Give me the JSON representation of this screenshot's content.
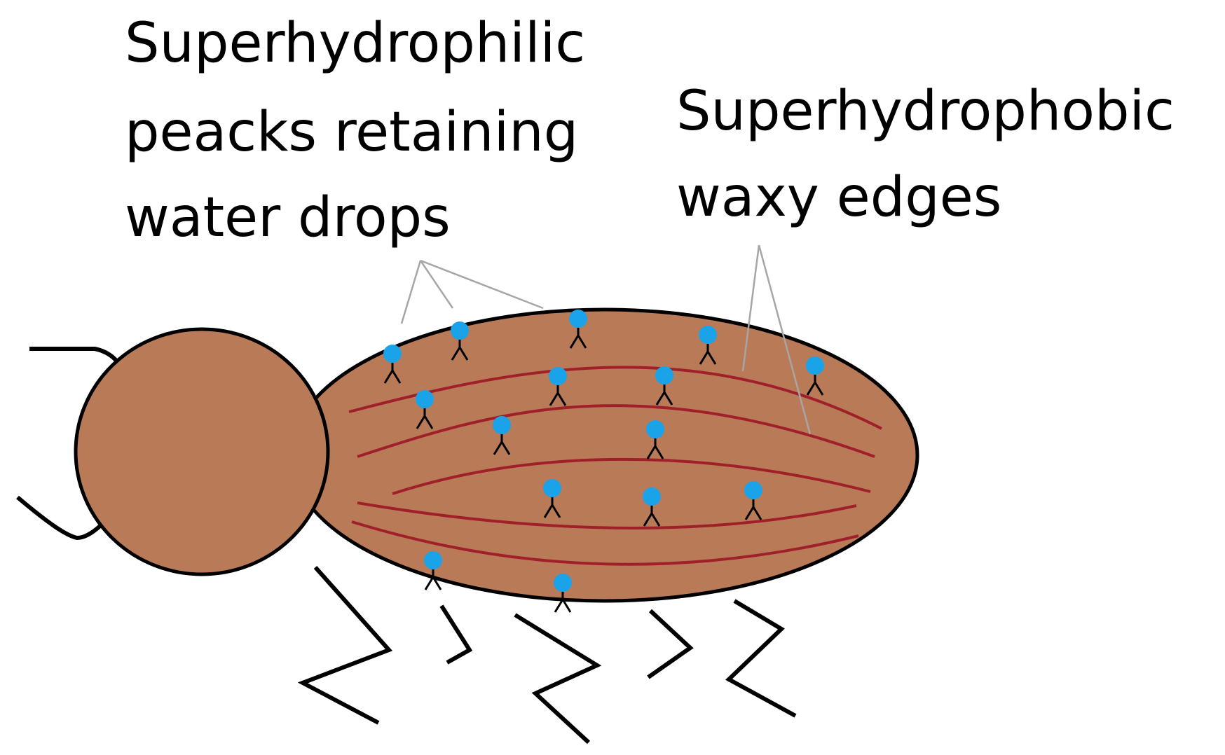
{
  "diagram": {
    "labels": {
      "hydrophilic": [
        "Superhydrophilic",
        "peacks retaining",
        "water drops"
      ],
      "hydrophobic": [
        "Superhydrophobic",
        "waxy edges"
      ]
    },
    "colors": {
      "body_fill": "#b97a57",
      "outline": "#000000",
      "ridge": "#a0202a",
      "water_drop": "#1aa3e8",
      "leader_line": "#a6a6a6",
      "text": "#000000"
    },
    "icons": {
      "water_drop": "blue-circle",
      "peak": "caret-up"
    }
  }
}
